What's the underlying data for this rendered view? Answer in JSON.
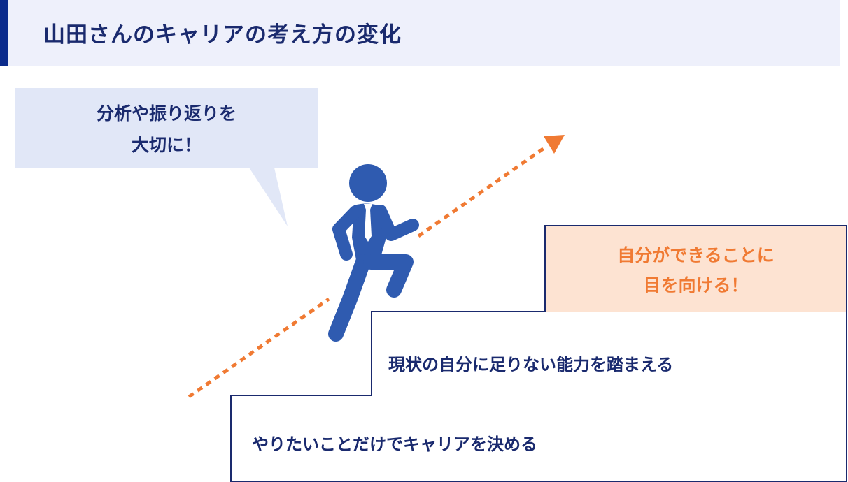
{
  "header": {
    "title": "山田さんのキャリアの考え方の変化"
  },
  "bubble": {
    "line1": "分析や振り返りを",
    "line2": "大切に！"
  },
  "steps": {
    "step1": "やりたいことだけでキャリアを決める",
    "step2": "現状の自分に足りない能力を踏まえる",
    "top_line1": "自分ができることに",
    "top_line2": "目を向ける！"
  },
  "colors": {
    "primary": "#1a2a6e",
    "accent": "#f07a33",
    "figure": "#2f5bb0",
    "bubble_bg": "#e1e7f7",
    "top_bg": "#fde3d2",
    "header_bg": "#eef0fb",
    "header_accent": "#0b2b8c"
  },
  "icons": {
    "figure": "climbing-person-icon",
    "arrow": "dotted-arrow-icon"
  }
}
